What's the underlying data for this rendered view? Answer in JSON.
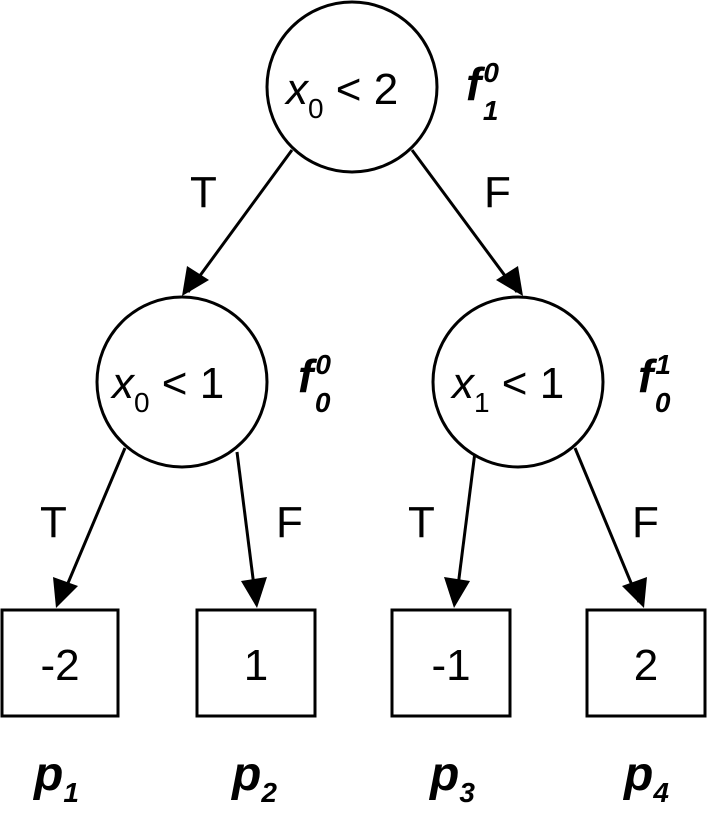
{
  "nodes": {
    "root": {
      "var": "x",
      "idx": "0",
      "op": " < 2",
      "feature": {
        "f": "f",
        "sup": "0",
        "sub": "1"
      }
    },
    "left": {
      "var": "x",
      "idx": "0",
      "op": " < 1",
      "feature": {
        "f": "f",
        "sup": "0",
        "sub": "0"
      }
    },
    "right": {
      "var": "x",
      "idx": "1",
      "op": " < 1",
      "feature": {
        "f": "f",
        "sup": "1",
        "sub": "0"
      }
    }
  },
  "edges": {
    "root_left": "T",
    "root_right": "F",
    "left_leaf1": "T",
    "left_leaf2": "F",
    "right_leaf3": "T",
    "right_leaf4": "F"
  },
  "leaves": [
    {
      "value": "-2",
      "p": "p",
      "sub": "1"
    },
    {
      "value": "1",
      "p": "p",
      "sub": "2"
    },
    {
      "value": "-1",
      "p": "p",
      "sub": "3"
    },
    {
      "value": "2",
      "p": "p",
      "sub": "4"
    }
  ]
}
